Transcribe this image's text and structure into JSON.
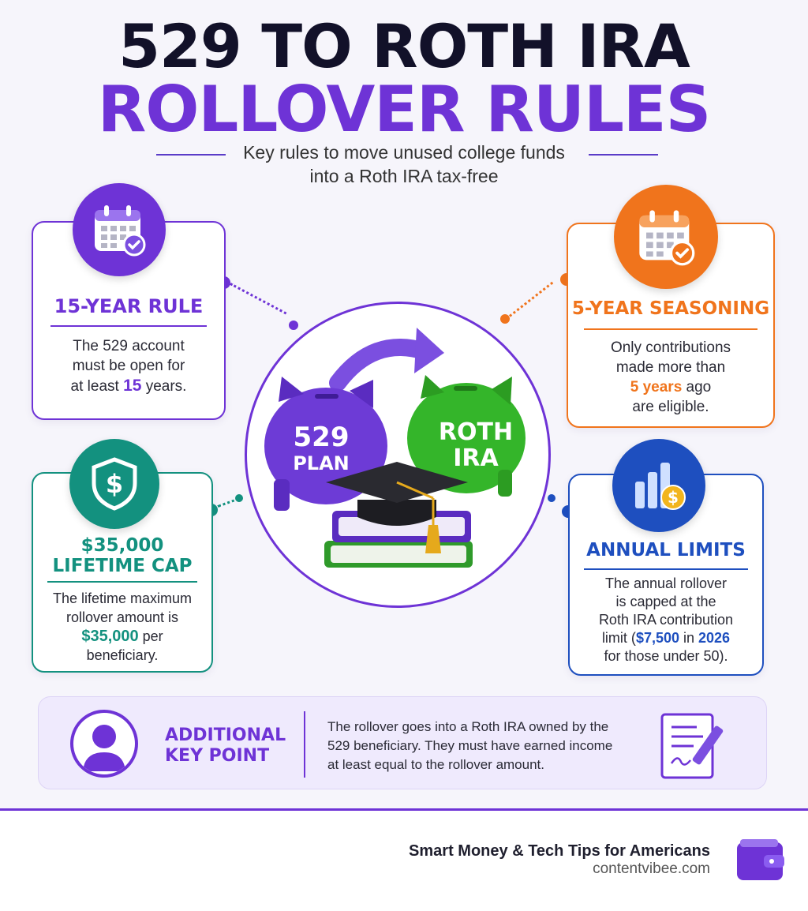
{
  "title": {
    "line1": "529 TO ROTH IRA",
    "line2": "ROLLOVER RULES"
  },
  "subtitle": {
    "line1": "Key rules to move unused college funds",
    "line2": "into a Roth IRA tax-free"
  },
  "cards": {
    "fifteen_year": {
      "heading": "15-YEAR RULE",
      "l1": "The 529 account",
      "l2": "must be open for",
      "l3a": "at least ",
      "l3b": "15",
      "l3c": " years.",
      "color": "#6e33d6"
    },
    "five_year": {
      "heading": "5-YEAR SEASONING",
      "l1": "Only contributions",
      "l2": "made more than",
      "l3a": "5 years",
      "l3b": " ago",
      "l4": "are eligible.",
      "color": "#f0741c"
    },
    "lifetime_cap": {
      "heading1": "$35,000",
      "heading2": "LIFETIME CAP",
      "l1": "The lifetime maximum",
      "l2": "rollover amount is",
      "l3a": "$35,000",
      "l3b": " per",
      "l4": "beneficiary.",
      "color": "#13917f"
    },
    "annual_limits": {
      "heading": "ANNUAL LIMITS",
      "l1": "The annual rollover",
      "l2": "is capped at the",
      "l3": "Roth IRA contribution",
      "l4a": "limit (",
      "l4b": "$7,500",
      "l4c": " in ",
      "l4d": "2026",
      "l5": "for those under 50).",
      "color": "#1e4fbf"
    }
  },
  "illustration": {
    "pig_left_1": "529",
    "pig_left_2": "PLAN",
    "pig_right_1": "ROTH",
    "pig_right_2": "IRA"
  },
  "additional": {
    "label1": "ADDITIONAL",
    "label2": "KEY POINT",
    "l1": "The rollover goes into a Roth IRA owned by the",
    "l2": "529 beneficiary. They must have earned income",
    "l3": "at least equal to the rollover amount."
  },
  "footer": {
    "tagline": "Smart Money & Tech Tips for Americans",
    "site": "contentvibee.com"
  },
  "icons": [
    "calendar-check-icon",
    "shield-dollar-icon",
    "bar-chart-coin-icon",
    "person-icon",
    "document-pen-icon",
    "wallet-icon"
  ]
}
